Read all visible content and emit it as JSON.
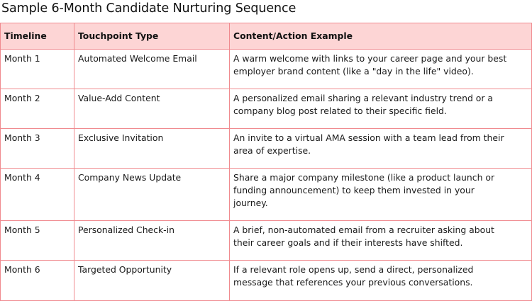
{
  "title": "Sample 6-Month Candidate Nurturing Sequence",
  "table": {
    "headers": [
      "Timeline",
      "Touchpoint Type",
      "Content/Action Example"
    ],
    "rows": [
      {
        "timeline": "Month 1",
        "type": "Automated Welcome Email",
        "example_lines": [
          "A warm welcome with links to your career page and your best",
          "employer brand content (like a \"day in the life\" video)."
        ]
      },
      {
        "timeline": "Month 2",
        "type": "Value-Add Content",
        "example_lines": [
          "A personalized email sharing a relevant industry trend or a",
          "company blog post related to their specific field."
        ]
      },
      {
        "timeline": "Month 3",
        "type": "Exclusive Invitation",
        "example_lines": [
          "An invite to a virtual AMA session with a team lead from their",
          "area of expertise."
        ]
      },
      {
        "timeline": "Month 4",
        "type": "Company News Update",
        "example_lines": [
          "Share a major company milestone (like a product launch or",
          "funding announcement) to keep them invested in your",
          "journey."
        ]
      },
      {
        "timeline": "Month 5",
        "type": "Personalized Check-in",
        "example_lines": [
          "A brief, non-automated email from a recruiter asking about",
          "their career goals and if their interests have shifted."
        ]
      },
      {
        "timeline": "Month 6",
        "type": "Targeted Opportunity",
        "example_lines": [
          "If a relevant role opens up, send a direct, personalized",
          "message that references your previous conversations."
        ]
      }
    ]
  },
  "colors": {
    "header_background": "#fdd5d5",
    "border": "#f08a8f"
  }
}
